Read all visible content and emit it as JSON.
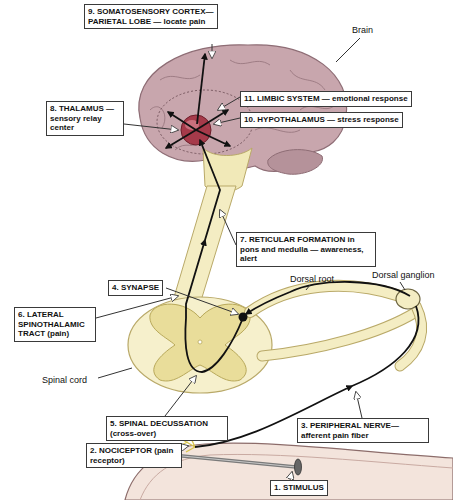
{
  "diagram": {
    "nodes": [
      {
        "text": [
          "9. SOMATOSENSORY CORTEX—PARIETAL LOBE — locate pain"
        ]
      },
      {
        "text": [
          "11. LIMBIC SYSTEM — emotional response"
        ]
      },
      {
        "text": [
          "8. THALAMUS — sensory relay center"
        ]
      },
      {
        "text": [
          "10. HYPOTHALAMUS — stress response"
        ]
      },
      {
        "text": [
          "7. RETICULAR FORMATION in pons and medulla — awareness, alert"
        ]
      },
      {
        "text": [
          "4. SYNAPSE"
        ]
      },
      {
        "text": [
          "6. LATERAL SPINOTHALAMIC TRACT (pain)"
        ]
      },
      {
        "text": [
          "5. SPINAL DECUSSATION (cross-over)"
        ]
      },
      {
        "text": [
          "3. PERIPHERAL NERVE— afferent pain fiber"
        ]
      },
      {
        "text": [
          "2. NOCICEPTOR (pain receptor)"
        ]
      },
      {
        "text": [
          "1. STIMULUS"
        ]
      }
    ],
    "labels": [
      "Brain",
      "Dorsal root",
      "Dorsal ganglion",
      "Spinal cord"
    ]
  }
}
